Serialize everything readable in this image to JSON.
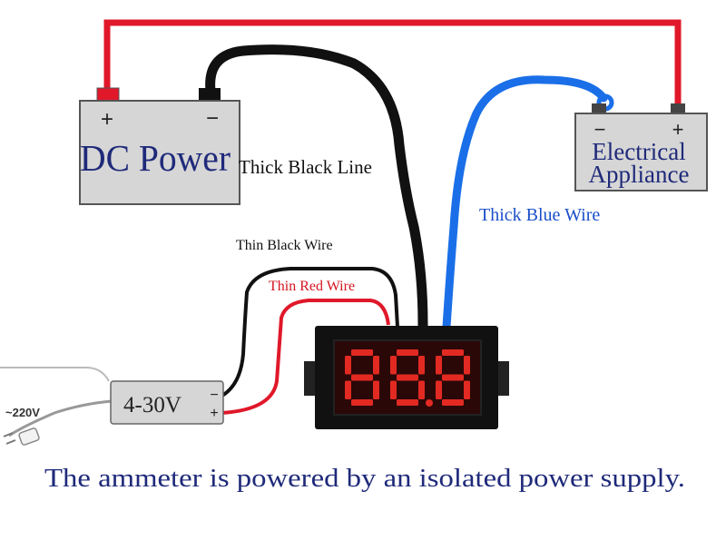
{
  "dc_power": {
    "label": "DC Power",
    "plus": "+",
    "minus": "−"
  },
  "appliance": {
    "line1": "Electrical",
    "line2": "Appliance",
    "minus": "−",
    "plus": "+"
  },
  "adapter": {
    "label": "4-30V",
    "minus": "−",
    "plus": "+",
    "mains": "~220V"
  },
  "meter": {
    "digits": [
      "8",
      "8",
      "8"
    ]
  },
  "labels": {
    "thick_black": "Thick Black Line",
    "thick_blue": "Thick Blue Wire",
    "thin_black": "Thin Black Wire",
    "thin_red": "Thin Red Wire"
  },
  "caption": "The ammeter is powered by an isolated power supply.",
  "colors": {
    "red_wire": "#e0182a",
    "black_wire": "#111111",
    "blue_wire": "#1a6fe8",
    "box_fill": "#d6d6d6",
    "caption": "#1f2a7a",
    "blue_label": "#1a4fc8",
    "red_label": "#d4141f",
    "segment": "#e22a22"
  }
}
